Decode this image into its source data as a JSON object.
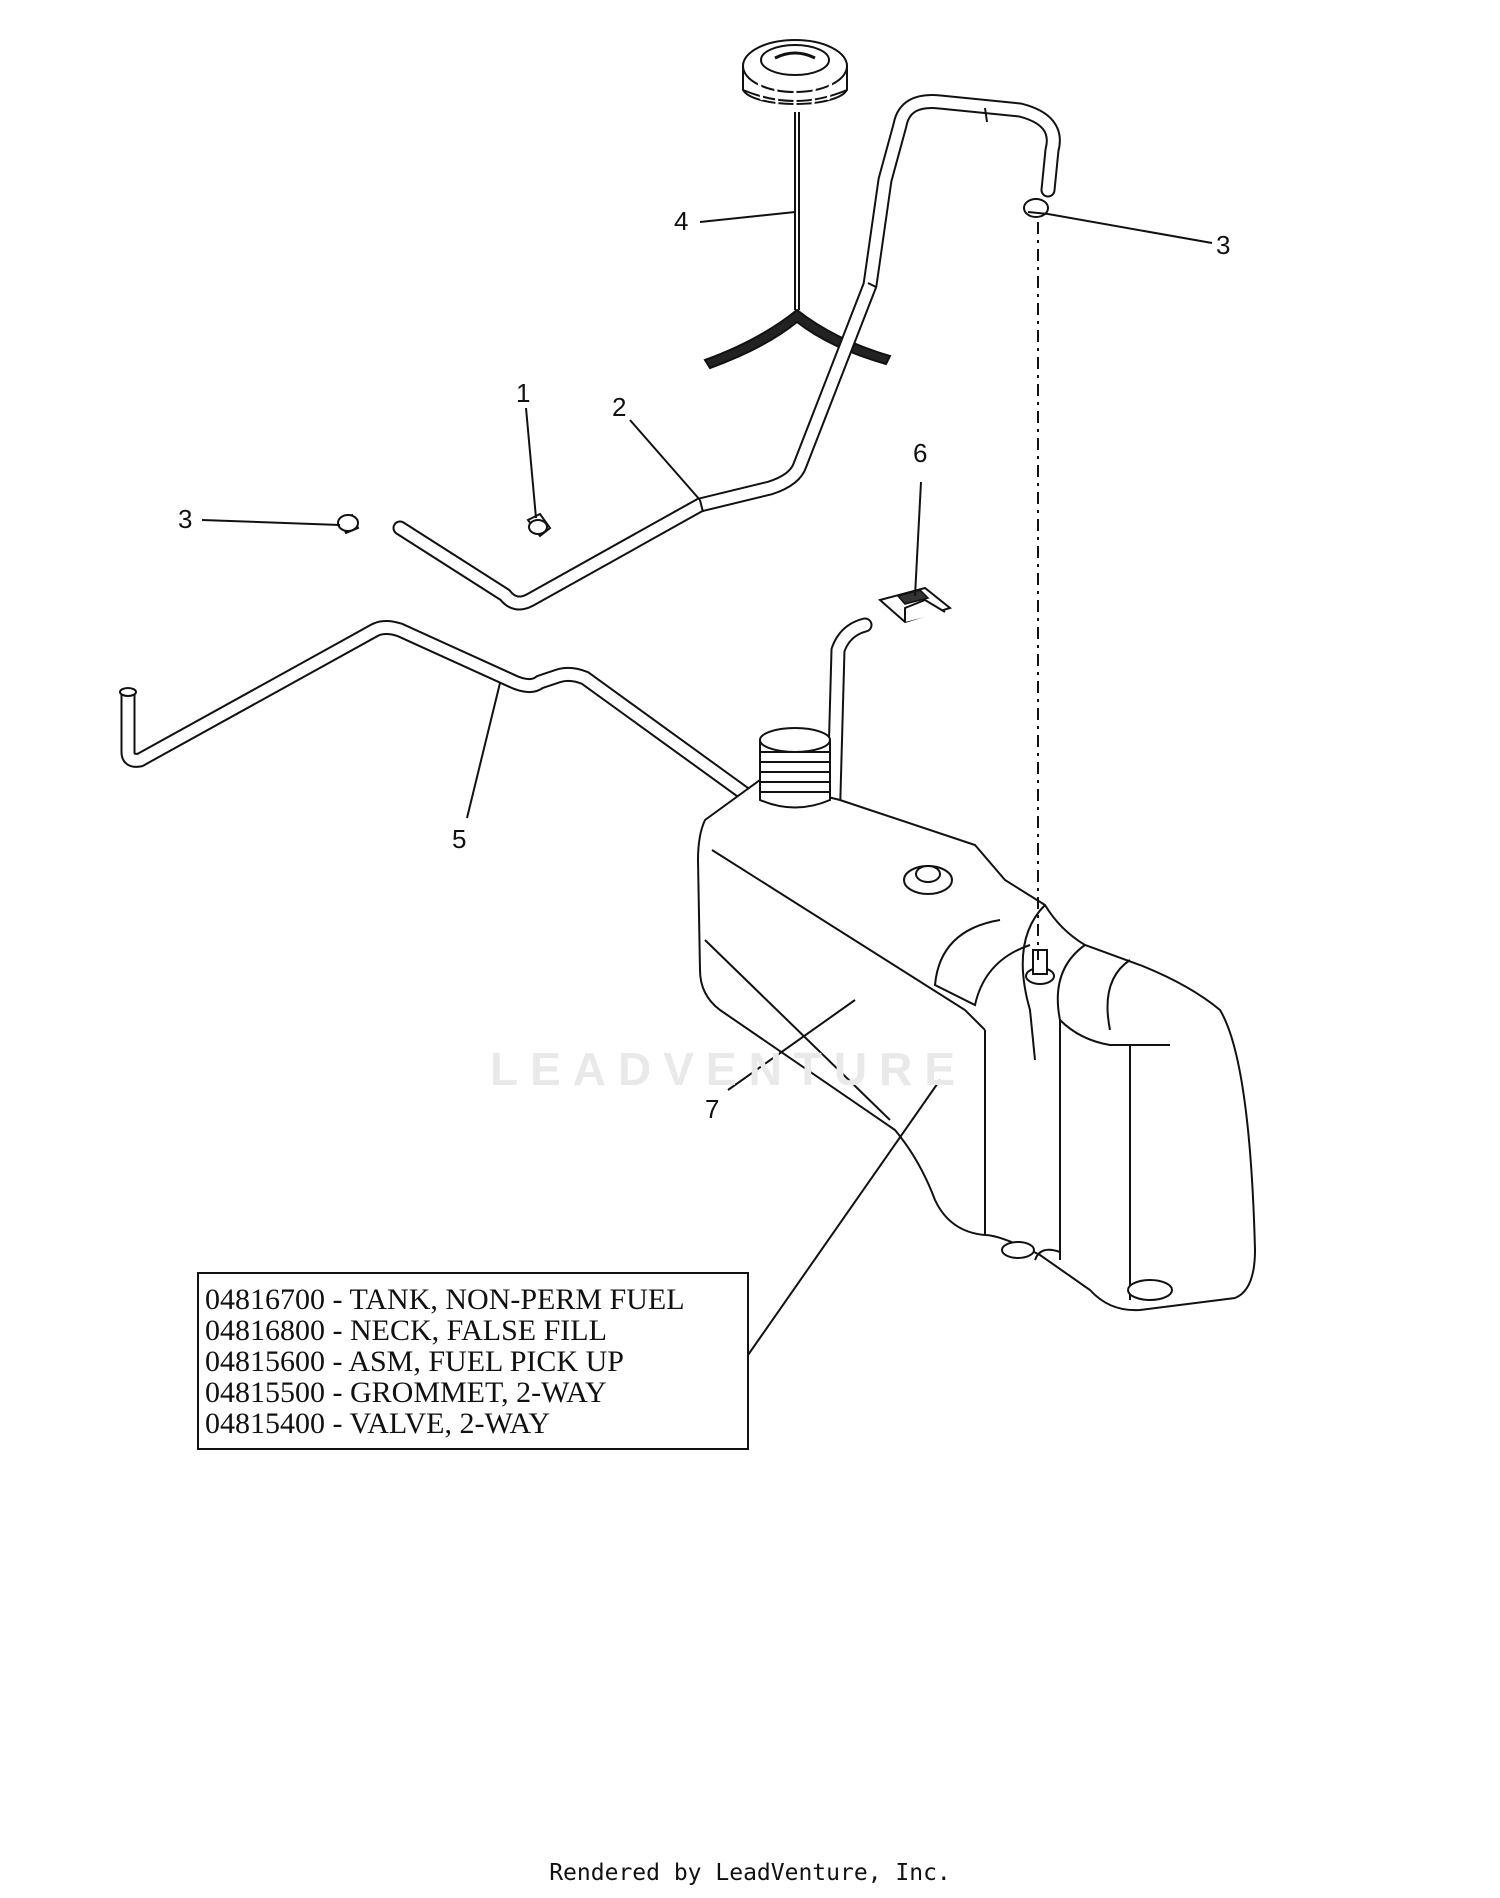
{
  "callouts": {
    "c1": "1",
    "c2": "2",
    "c3_top_right": "3",
    "c3_left": "3",
    "c4": "4",
    "c5": "5",
    "c6": "6",
    "c7": "7"
  },
  "legend": [
    "04816700 - TANK, NON-PERM FUEL",
    "04816800 - NECK, FALSE FILL",
    "04815600 - ASM, FUEL PICK UP",
    "04815500 - GROMMET, 2-WAY",
    "04815400 - VALVE, 2-WAY"
  ],
  "watermark": "LEADVENTURE",
  "footer": "Rendered by LeadVenture, Inc."
}
